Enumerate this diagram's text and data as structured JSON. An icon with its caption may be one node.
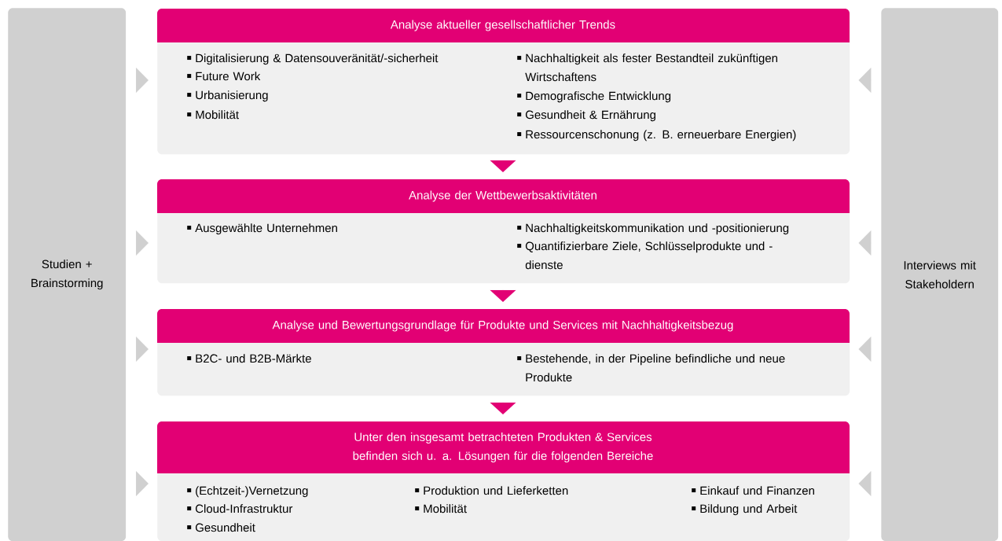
{
  "diagram": {
    "nodes": [
      {
        "text": [
          "Studien + Brainstorming"
        ]
      },
      {
        "text": [
          "Interviews mit Stakeholdern"
        ]
      },
      {
        "text": [
          "Analyse aktueller gesellschaftlicher Trends",
          "Digitalisierung & Datensouveränität/-sicherheit",
          "Future Work",
          "Urbanisierung",
          "Mobilität",
          "Nachhaltigkeit als fester Bestandteil zukünftigen Wirtschaftens",
          "Demografische Entwicklung",
          "Gesundheit & Ernährung",
          "Ressourcenschonung (z. B. erneuerbare Energien)"
        ]
      },
      {
        "text": [
          "Analyse der Wettbewerbsaktivitäten",
          "Ausgewählte Unternehmen",
          "Nachhaltigkeitskommunikation und -positionierung",
          "Quantifizierbare Ziele, Schlüsselprodukte und -dienste"
        ]
      },
      {
        "text": [
          "Analyse und Bewertungsgrundlage für Produkte und Services mit Nachhaltigkeitsbezug",
          "B2C- und B2B-Märkte",
          "Bestehende, in der Pipeline befindliche und neue Produkte"
        ]
      },
      {
        "text": [
          "Unter den insgesamt betrachteten Produkten & Services befinden sich u. a. Lösungen für die folgenden Bereiche",
          "(Echtzeit-)Vernetzung",
          "Cloud-Infrastruktur",
          "Gesundheit",
          "Produktion und Lieferketten",
          "Mobilität",
          "Einkauf und Finanzen",
          "Bildung und Arbeit"
        ]
      }
    ],
    "edges": [
      {
        "from": 0,
        "to": 2,
        "arrow": "to"
      },
      {
        "from": 0,
        "to": 3,
        "arrow": "to"
      },
      {
        "from": 0,
        "to": 4,
        "arrow": "to"
      },
      {
        "from": 0,
        "to": 5,
        "arrow": "to"
      },
      {
        "from": 2,
        "to": 3,
        "arrow": "to",
        "color": "#e20074"
      },
      {
        "from": 3,
        "to": 4,
        "arrow": "to",
        "color": "#e20074"
      },
      {
        "from": 4,
        "to": 5,
        "arrow": "to",
        "color": "#e20074"
      },
      {
        "from": 1,
        "to": 2,
        "arrow": "to"
      },
      {
        "from": 1,
        "to": 3,
        "arrow": "to"
      },
      {
        "from": 1,
        "to": 4,
        "arrow": "to"
      },
      {
        "from": 1,
        "to": 5,
        "arrow": "to"
      }
    ]
  }
}
